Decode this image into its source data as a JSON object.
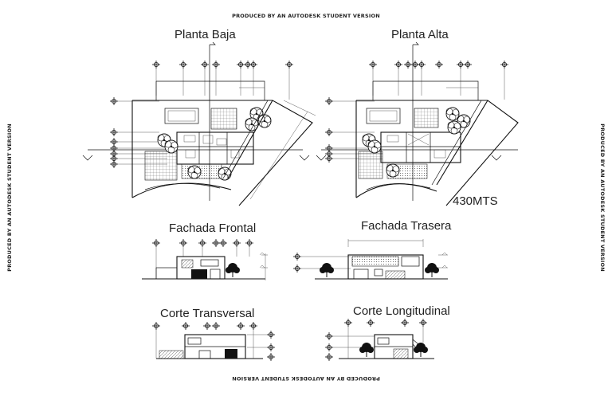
{
  "watermark": "PRODUCED BY AN AUTODESK STUDENT VERSION",
  "watermark_spaced": "PRODUCED BY AN AUTODESK STUDENT VERSION",
  "views": {
    "planta_baja": "Planta Baja",
    "planta_alta": "Planta Alta",
    "fachada_frontal": "Fachada Frontal",
    "fachada_trasera": "Fachada Trasera",
    "corte_transversal": "Corte Transversal",
    "corte_longitudinal": "Corte Longitudinal"
  },
  "area_label": "430MTS"
}
